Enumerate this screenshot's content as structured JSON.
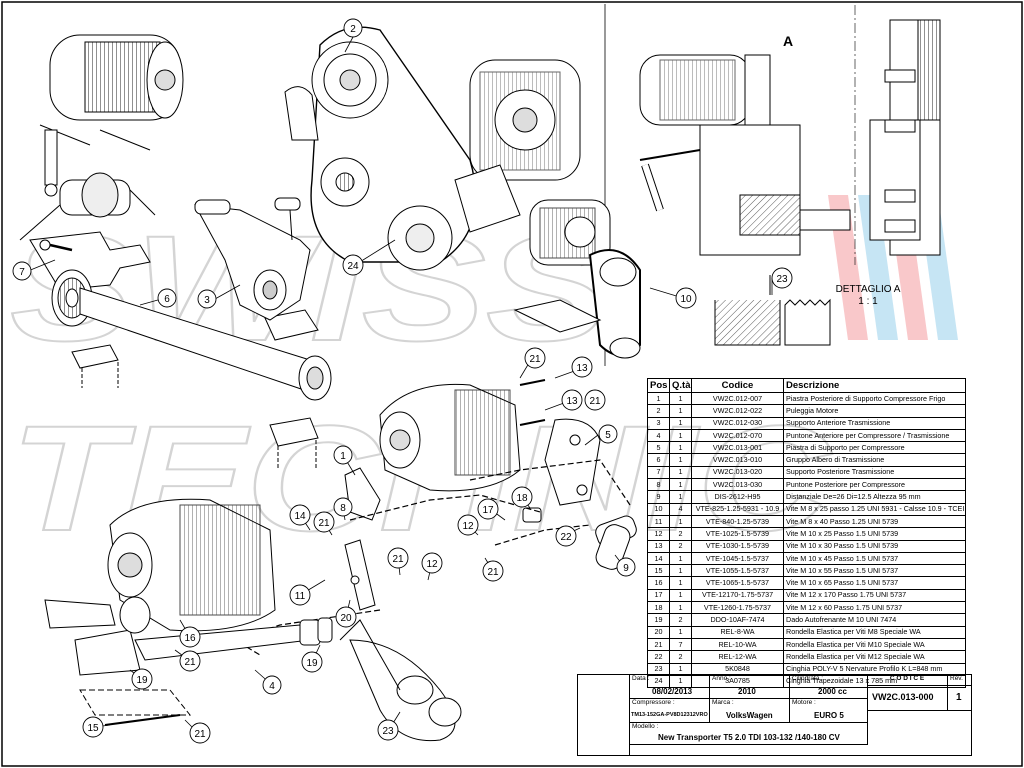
{
  "watermark": {
    "text": "SWISS TECHNIC",
    "colors": {
      "red": "#e8323c",
      "blue": "#2e9fd8",
      "outline": "#b8b8b8"
    }
  },
  "detail": {
    "marker": "A",
    "title": "DETTAGLIO A",
    "scale": "1 : 1"
  },
  "callouts": [
    "1",
    "2",
    "3",
    "4",
    "5",
    "6",
    "7",
    "8",
    "9",
    "10",
    "11",
    "12",
    "13",
    "14",
    "15",
    "16",
    "17",
    "18",
    "19",
    "20",
    "21",
    "22",
    "23",
    "24"
  ],
  "parts_table": {
    "headers": {
      "pos": "Pos",
      "qty": "Q.tà",
      "code": "Codice",
      "desc": "Descrizione"
    },
    "rows": [
      {
        "pos": "1",
        "qty": "1",
        "code": "VW2C.012-007",
        "desc": "Piastra Posteriore di Supporto Compressore Frigo"
      },
      {
        "pos": "2",
        "qty": "1",
        "code": "VW2C.012-022",
        "desc": "Puleggia Motore"
      },
      {
        "pos": "3",
        "qty": "1",
        "code": "VW2C.012-030",
        "desc": "Supporto Anteriore Trasmissione"
      },
      {
        "pos": "4",
        "qty": "1",
        "code": "VW2C.012-070",
        "desc": "Puntone Anteriore per Compressore / Trasmissione"
      },
      {
        "pos": "5",
        "qty": "1",
        "code": "VW2C.013-001",
        "desc": "Piastra di Supporto per Compressore"
      },
      {
        "pos": "6",
        "qty": "1",
        "code": "VW2C.013-010",
        "desc": "Gruppo Albero di Trasmissione"
      },
      {
        "pos": "7",
        "qty": "1",
        "code": "VW2C.013-020",
        "desc": "Supporto Posteriore Trasmissione"
      },
      {
        "pos": "8",
        "qty": "1",
        "code": "VW2C.013-030",
        "desc": "Puntone Posteriore per Compressore"
      },
      {
        "pos": "9",
        "qty": "1",
        "code": "DIS-2612-H95",
        "desc": "Distanziale De=26 Di=12.5 Altezza 95 mm"
      },
      {
        "pos": "10",
        "qty": "4",
        "code": "VTE-825-1.25-5931 - 10.9",
        "desc": "Vite M 8 x 25 passo 1.25 UNI 5931 - Calsse 10.9 - TCEI"
      },
      {
        "pos": "11",
        "qty": "1",
        "code": "VTE-840-1.25-5739",
        "desc": "Vite M 8 x 40 Passo 1.25 UNI 5739"
      },
      {
        "pos": "12",
        "qty": "2",
        "code": "VTE-1025-1.5-5739",
        "desc": "Vite M 10 x 25 Passo 1.5 UNI 5739"
      },
      {
        "pos": "13",
        "qty": "2",
        "code": "VTE-1030-1.5-5739",
        "desc": "Vite M 10 x 30 Passo 1.5 UNI 5739"
      },
      {
        "pos": "14",
        "qty": "1",
        "code": "VTE-1045-1.5-5737",
        "desc": "Vite M 10 x 45 Passo 1.5 UNI 5737"
      },
      {
        "pos": "15",
        "qty": "1",
        "code": "VTE-1055-1.5-5737",
        "desc": "Vite M 10 x 55 Passo 1.5 UNI 5737"
      },
      {
        "pos": "16",
        "qty": "1",
        "code": "VTE-1065-1.5-5737",
        "desc": "Vite M 10 x 65 Passo 1.5 UNI 5737"
      },
      {
        "pos": "17",
        "qty": "1",
        "code": "VTE-12170-1.75-5737",
        "desc": "Vite M 12 x 170 Passo 1.75 UNI 5737"
      },
      {
        "pos": "18",
        "qty": "1",
        "code": "VTE-1260-1.75-5737",
        "desc": "Vite M 12 x 60 Passo 1.75 UNI 5737"
      },
      {
        "pos": "19",
        "qty": "2",
        "code": "DDO-10AF-7474",
        "desc": "Dado Autofrenante M 10 UNI 7474"
      },
      {
        "pos": "20",
        "qty": "1",
        "code": "REL-8-WA",
        "desc": "Rondella Elastica per Viti M8 Speciale WA"
      },
      {
        "pos": "21",
        "qty": "7",
        "code": "REL-10-WA",
        "desc": "Rondella Elastica per Viti M10 Speciale WA"
      },
      {
        "pos": "22",
        "qty": "2",
        "code": "REL-12-WA",
        "desc": "Rondella Elastica per Viti M12 Speciale WA"
      },
      {
        "pos": "23",
        "qty": "1",
        "code": "5K0848",
        "desc": "Cinghia POLY-V 5 Nervature Profilo K L=848 mm"
      },
      {
        "pos": "24",
        "qty": "1",
        "code": "3A0785",
        "desc": "Cinghia Trapezoidale 13 x 785 mm"
      }
    ]
  },
  "title_block": {
    "data_label": "Data :",
    "data": "08/02/2013",
    "anno_label": "Anno :",
    "anno": "2010",
    "cil_label": "Cilindrata :",
    "cilindrata": "2000 cc",
    "codice_header": "C O D I C E",
    "codice": "VW2C.013-000",
    "rev_label": "Rev.",
    "rev": "1",
    "comp_label": "Compressore :",
    "compressore": "TM13-152GA-PV8D12312VRO",
    "marca_label": "Marca :",
    "marca": "VolksWagen",
    "motore_label": "Motore :",
    "motore": "EURO 5",
    "modello_label": "Modello :",
    "modello": "New Transporter T5 2.0 TDI 103-132 /140-180 CV"
  }
}
